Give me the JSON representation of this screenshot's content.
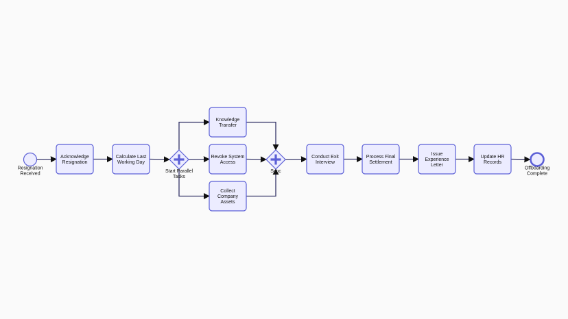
{
  "colors": {
    "background": "#fafafa",
    "node_fill": "#ececff",
    "node_stroke": "#5b5fd6",
    "gateway_marker": "#5b5fd6",
    "edge": "#333366",
    "text": "#111111"
  },
  "nodes": {
    "start": {
      "label": [
        "Resignation",
        "Received"
      ],
      "kind": "start-event"
    },
    "ack": {
      "label": [
        "Acknowledge",
        "Resignation"
      ],
      "kind": "task"
    },
    "calc": {
      "label": [
        "Calculate Last",
        "Working Day"
      ],
      "kind": "task"
    },
    "fork": {
      "label": [
        "Start Parallel",
        "Tasks"
      ],
      "kind": "parallel-gateway"
    },
    "knowledge": {
      "label": [
        "Knowledge",
        "Transfer"
      ],
      "kind": "task"
    },
    "revoke": {
      "label": [
        "Revoke System",
        "Access"
      ],
      "kind": "task"
    },
    "assets": {
      "label": [
        "Collect",
        "Company",
        "Assets"
      ],
      "kind": "task"
    },
    "sync": {
      "label": [
        "Sync"
      ],
      "kind": "parallel-gateway"
    },
    "exit": {
      "label": [
        "Conduct Exit",
        "Interview"
      ],
      "kind": "task"
    },
    "settle": {
      "label": [
        "Process Final",
        "Settlement"
      ],
      "kind": "task"
    },
    "letter": {
      "label": [
        "Issue",
        "Experience",
        "Letter"
      ],
      "kind": "task"
    },
    "hr": {
      "label": [
        "Update HR",
        "Records"
      ],
      "kind": "task"
    },
    "end": {
      "label": [
        "Offboarding",
        "Complete"
      ],
      "kind": "end-event"
    }
  },
  "edges": [
    [
      "start",
      "ack"
    ],
    [
      "ack",
      "calc"
    ],
    [
      "calc",
      "fork"
    ],
    [
      "fork",
      "knowledge"
    ],
    [
      "fork",
      "revoke"
    ],
    [
      "fork",
      "assets"
    ],
    [
      "knowledge",
      "sync"
    ],
    [
      "revoke",
      "sync"
    ],
    [
      "assets",
      "sync"
    ],
    [
      "sync",
      "exit"
    ],
    [
      "exit",
      "settle"
    ],
    [
      "settle",
      "letter"
    ],
    [
      "letter",
      "hr"
    ],
    [
      "hr",
      "end"
    ]
  ]
}
